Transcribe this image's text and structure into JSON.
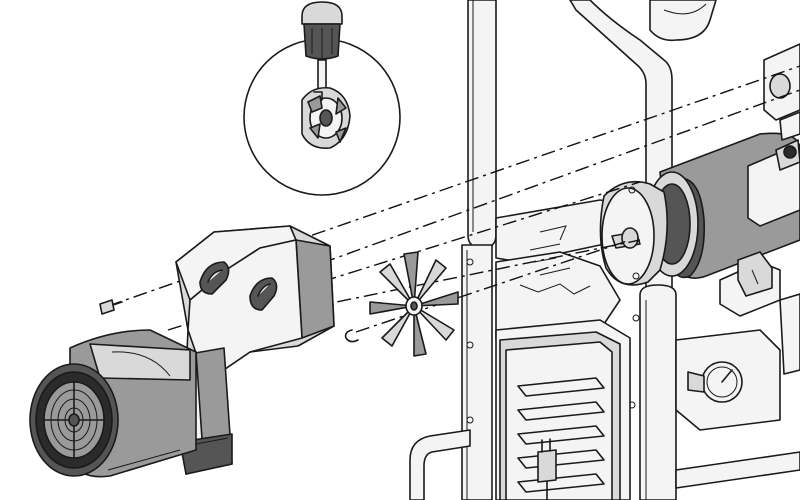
{
  "diagram": {
    "type": "exploded-assembly-illustration",
    "background": "#ffffff",
    "line_color": "#1a1a1a",
    "shade_colors": [
      "#f4f4f4",
      "#d9d9d9",
      "#9a9a9a",
      "#555555",
      "#2b2b2b"
    ],
    "parts": [
      "detail-inset-tool",
      "motor-with-bracket",
      "mounting-screw",
      "fan-blade",
      "retaining-clip",
      "motor-shaft-housing",
      "hand-truck-frame",
      "electrical-box",
      "pressure-gauge",
      "power-plug"
    ]
  }
}
